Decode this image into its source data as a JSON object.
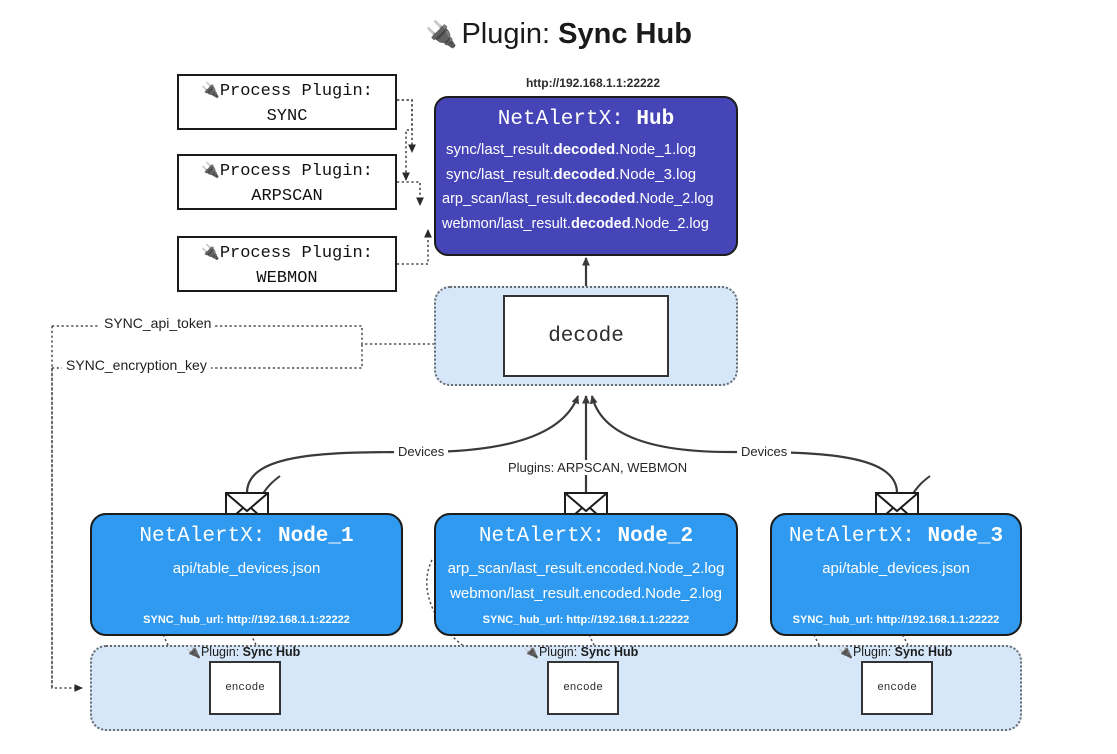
{
  "title": {
    "icon": "plug-icon",
    "prefix": "Plugin: ",
    "name": "Sync Hub"
  },
  "process_plugins": [
    {
      "label": "Process Plugin:",
      "name": "SYNC",
      "icon": "plug-icon"
    },
    {
      "label": "Process Plugin:",
      "name": "ARPSCAN",
      "icon": "plug-icon"
    },
    {
      "label": "Process Plugin:",
      "name": "WEBMON",
      "icon": "plug-icon"
    }
  ],
  "hub": {
    "url": "http://192.168.1.1:22222",
    "title_prefix": "NetAlertX: ",
    "title_name": "Hub",
    "logs": [
      {
        "pre": "sync/last_result.",
        "mid": "decoded",
        "post": ".Node_1.log"
      },
      {
        "pre": "sync/last_result.",
        "mid": "decoded",
        "post": ".Node_3.log"
      },
      {
        "pre": "arp_scan/last_result.",
        "mid": "decoded",
        "post": ".Node_2.log"
      },
      {
        "pre": "webmon/last_result.",
        "mid": "decoded",
        "post": ".Node_2.log"
      }
    ]
  },
  "decode": {
    "label": "decode"
  },
  "tokens": {
    "api_token": "SYNC_api_token",
    "encryption_key": "SYNC_encryption_key"
  },
  "edges": {
    "devices_left": "Devices",
    "devices_right": "Devices",
    "plugins_center": "Plugins: ARPSCAN, WEBMON"
  },
  "nodes": [
    {
      "title_prefix": "NetAlertX: ",
      "title_name": "Node_1",
      "icon": "envelope-icon",
      "lines": [
        "api/table_devices.json"
      ],
      "footer": "SYNC_hub_url: http://192.168.1.1:22222",
      "plugin_label_prefix": "Plugin: ",
      "plugin_label_name": "Sync Hub",
      "encode_label": "encode"
    },
    {
      "title_prefix": "NetAlertX: ",
      "title_name": "Node_2",
      "icon": "envelope-icon",
      "lines": [
        "arp_scan/last_result.encoded.Node_2.log",
        "webmon/last_result.encoded.Node_2.log"
      ],
      "footer": "SYNC_hub_url: http://192.168.1.1:22222",
      "plugin_label_prefix": "Plugin: ",
      "plugin_label_name": "Sync Hub",
      "encode_label": "encode"
    },
    {
      "title_prefix": "NetAlertX: ",
      "title_name": "Node_3",
      "icon": "envelope-icon",
      "lines": [
        "api/table_devices.json"
      ],
      "footer": "SYNC_hub_url: http://192.168.1.1:22222",
      "plugin_label_prefix": "Plugin: ",
      "plugin_label_name": "Sync Hub",
      "encode_label": "encode"
    }
  ],
  "colors": {
    "hub_fill": "#4545b8",
    "node_fill": "#2f9af0",
    "zone_fill": "#d6e7fa",
    "stroke": "#1c1c1c",
    "background": "#ffffff"
  }
}
